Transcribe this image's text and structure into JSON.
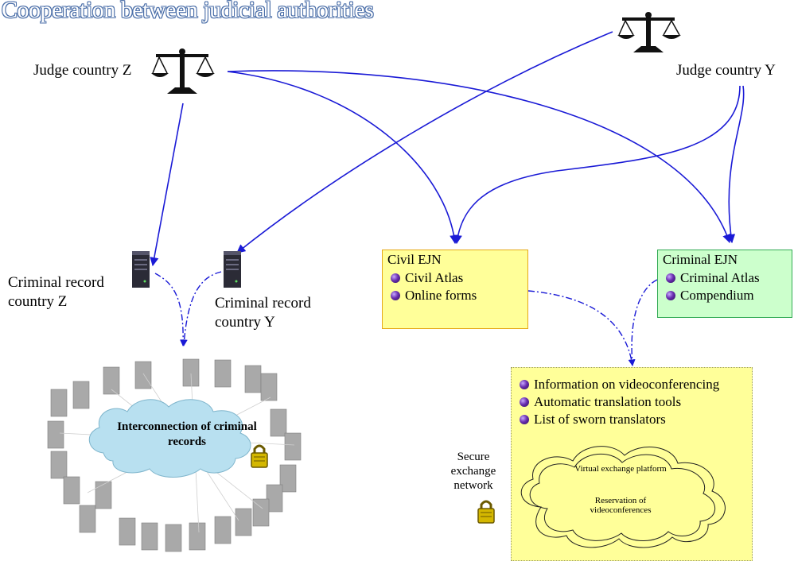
{
  "title": "Cooperation between judicial authorities",
  "judges": {
    "z_label": "Judge country Z",
    "y_label": "Judge country Y"
  },
  "records": {
    "z_line1": "Criminal record",
    "z_line2": "country Z",
    "y_line1": "Criminal record",
    "y_line2": "country Y"
  },
  "interconnection": {
    "line1": "Interconnection of criminal",
    "line2": "records"
  },
  "civil_ejn": {
    "title": "Civil EJN",
    "items": [
      "Civil Atlas",
      "Online forms"
    ]
  },
  "criminal_ejn": {
    "title": "Criminal EJN",
    "items": [
      "Criminal Atlas",
      "Compendium"
    ]
  },
  "platform": {
    "items": [
      "Information on videoconferencing",
      "Automatic translation tools",
      "List of sworn translators"
    ],
    "cloud_line1": "Virtual exchange platform",
    "cloud_line2": "Reservation of",
    "cloud_line3": "videoconferences"
  },
  "secure": {
    "line1": "Secure",
    "line2": "exchange",
    "line3": "network"
  },
  "colors": {
    "arrow": "#1a1ad6",
    "civil_box": "#ffff99",
    "criminal_box": "#ccffcc",
    "cloud": "#b8e0f0"
  },
  "icons": [
    "scales-icon",
    "server-icon",
    "padlock-icon",
    "cloud-icon"
  ]
}
